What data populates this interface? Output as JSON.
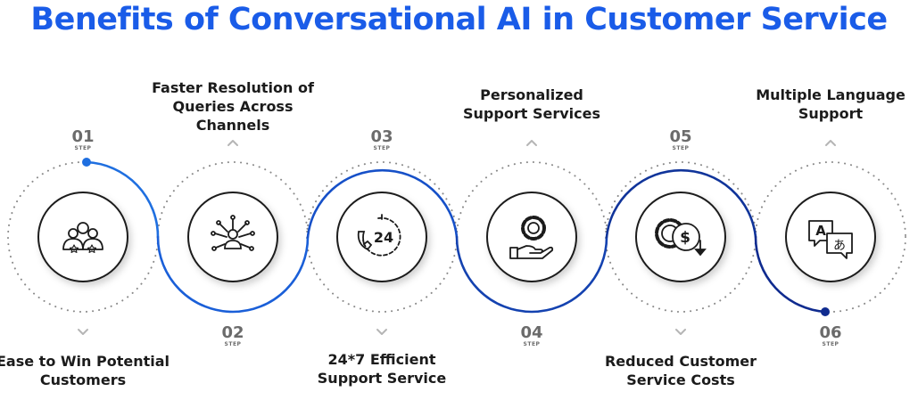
{
  "title": "Benefits of Conversational AI in Customer Service",
  "colors": {
    "title": "#1a5ce8",
    "arc_light": "#1f6fe0",
    "arc_dark": "#0f2b8f",
    "dot": "#8a8a8a"
  },
  "steps": [
    {
      "num": "01",
      "word": "STEP",
      "label": "Ease to Win Potential\nCustomers",
      "icon": "users-stars-icon"
    },
    {
      "num": "02",
      "word": "STEP",
      "label": "Faster Resolution of\nQueries Across\nChannels",
      "icon": "network-person-icon"
    },
    {
      "num": "03",
      "word": "STEP",
      "label": "24*7 Efficient\nSupport Service",
      "icon": "clock-24-icon"
    },
    {
      "num": "04",
      "word": "STEP",
      "label": "Personalized\nSupport Services",
      "icon": "hand-gear-icon"
    },
    {
      "num": "05",
      "word": "STEP",
      "label": "Reduced Customer\nService Costs",
      "icon": "gears-dollar-icon"
    },
    {
      "num": "06",
      "word": "STEP",
      "label": "Multiple Language\nSupport",
      "icon": "translate-chat-icon"
    }
  ]
}
